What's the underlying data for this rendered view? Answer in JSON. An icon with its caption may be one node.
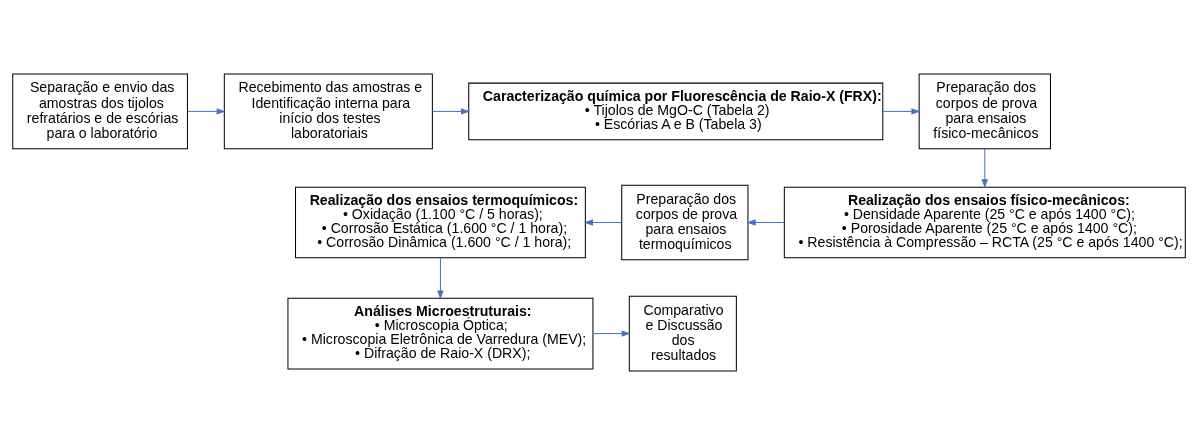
{
  "diagram": {
    "nodes": [
      {
        "text": [
          "Separação e envio das amostras dos tijolos refratários e de escórias para o laboratório"
        ]
      },
      {
        "text": [
          "Recebimento das amostras e Identificação interna para início dos testes laboratoriais"
        ]
      },
      {
        "text": [
          "Caracterização química por Fluorescência de Raio-X (FRX):",
          "• Tijolos de MgO-C (Tabela 2)",
          "• Escórias A e B (Tabela 3)"
        ]
      },
      {
        "text": [
          "Preparação dos corpos de prova para ensaios físico-mecânicos"
        ]
      },
      {
        "text": [
          "Realização dos ensaios físico-mecânicos:",
          "• Densidade Aparente (25 °C e após 1400 °C);",
          "• Porosidade Aparente (25 °C e após 1400 °C);",
          "• Resistência à Compressão – RCTA (25 °C e após 1400 °C);"
        ]
      },
      {
        "text": [
          "Preparação dos corpos de prova para ensaios termoquímicos"
        ]
      },
      {
        "text": [
          "Realização dos ensaios termoquímicos:",
          "• Oxidação (1.100 °C / 5 horas);",
          "• Corrosão Estática (1.600 °C / 1 hora);",
          "• Corrosão Dinâmica (1.600 °C / 1 hora);"
        ]
      },
      {
        "text": [
          "Análises Microestruturais:",
          "• Microscopia Óptica;",
          "• Microscopia Eletrônica de Varredura (MEV);",
          "• Difração de Raio-X (DRX);"
        ]
      },
      {
        "text": [
          "Comparativo e Discussão dos resultados"
        ]
      }
    ],
    "edges": [
      {
        "from": 0,
        "to": 1,
        "arrow": "to"
      },
      {
        "from": 1,
        "to": 2,
        "arrow": "to"
      },
      {
        "from": 2,
        "to": 3,
        "arrow": "to"
      },
      {
        "from": 3,
        "to": 4,
        "arrow": "to"
      },
      {
        "from": 4,
        "to": 5,
        "arrow": "to"
      },
      {
        "from": 5,
        "to": 6,
        "arrow": "to"
      },
      {
        "from": 6,
        "to": 7,
        "arrow": "to"
      },
      {
        "from": 7,
        "to": 8,
        "arrow": "to"
      }
    ]
  }
}
